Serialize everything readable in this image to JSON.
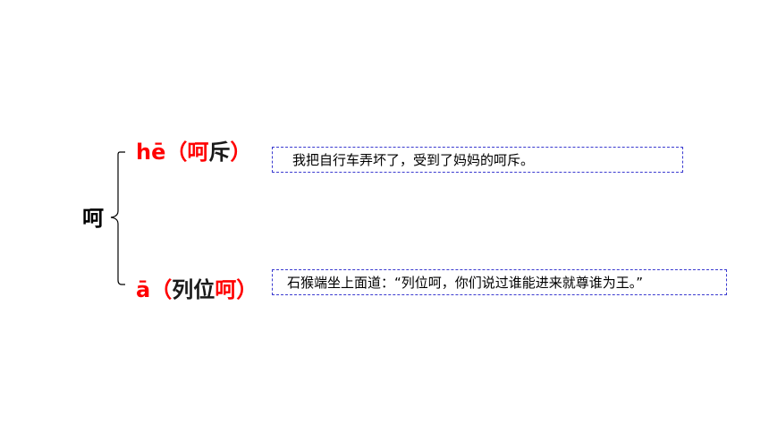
{
  "character": "呵",
  "readings": [
    {
      "pinyin": "hē",
      "open_paren": "（",
      "word_part1": "呵",
      "word_part2": "斥",
      "close_paren": "）",
      "example": "我把自行车弄坏了，受到了妈妈的呵斥。"
    },
    {
      "pinyin": "ā",
      "open_paren": "（",
      "word_part1": "列位",
      "word_part2": "呵",
      "close_paren": "）",
      "example": "石猴端坐上面道：“列位呵，你们说过谁能进来就尊谁为王。”"
    }
  ],
  "colors": {
    "highlight": "#ff0000",
    "text": "#000000",
    "box_border": "#3a3ad0"
  }
}
